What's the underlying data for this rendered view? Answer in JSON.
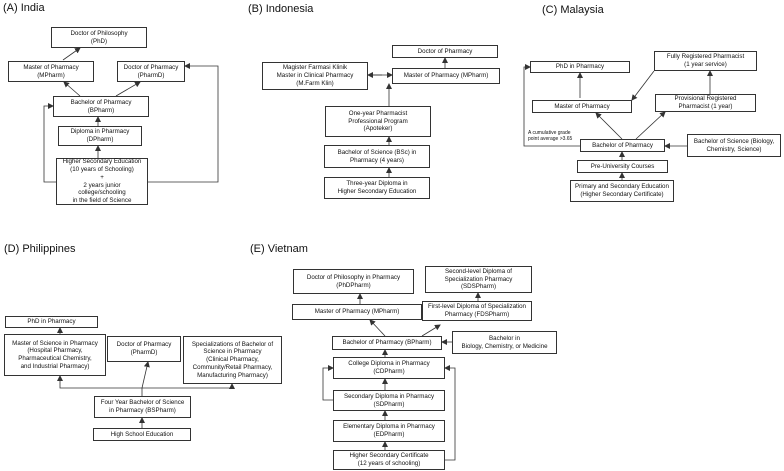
{
  "panels": {
    "india": {
      "title": "(A) India",
      "phd": "Doctor of Philosophy\n(PhD)",
      "mpharm": "Master of Pharmacy\n(MPharm)",
      "pharmd": "Doctor of Pharmacy\n(PharmD)",
      "bpharm": "Bachelor of Pharmacy\n(BPharm)",
      "dpharm": "Diploma in Pharmacy\n(DPharm)",
      "hse": "Higher Secondary Education\n(10 years of Schooling)\n+\n2 years junior college/schooling\nin the field of Science"
    },
    "indonesia": {
      "title": "(B) Indonesia",
      "mfarm": "Magister Farmasi Klinik\nMaster in Clinical Pharmacy\n(M.Farm Klin)",
      "doctor": "Doctor of Pharmacy",
      "mpharm": "Master of Pharmacy (MPharm)",
      "apoteker": "One-year Pharmacist\nProfessional Program\n(Apoteker)",
      "bsc": "Bachelor of Science (BSc) in\nPharmacy (4 years)",
      "diploma": "Three-year Diploma in\nHigher Secondary Education"
    },
    "malaysia": {
      "title": "(C) Malaysia",
      "phd": "PhD in Pharmacy",
      "frp": "Fully Registered Pharmacist\n(1 year service)",
      "master": "Master of Pharmacy",
      "prp": "Provisional Registered\nPharmacist (1 year)",
      "gpa": "A cumulative grade\npoint average >3.65",
      "bachelor": "Bachelor of Pharmacy",
      "bsc": "Bachelor of Science (Biology,\nChemistry, Science)",
      "preu": "Pre-University Courses",
      "primary": "Primary and Secondary Education\n(Higher Secondary Certificate)"
    },
    "philippines": {
      "title": "(D) Philippines",
      "phd": "PhD in Pharmacy",
      "ms": "Master of Science in Pharmacy\n(Hospital Pharmacy,\nPharmaceutical Chemistry,\nand Industrial Pharmacy)",
      "pharmd": "Doctor of Pharmacy\n(PharmD)",
      "spec": "Specializations of Bachelor of\nScience in Pharmacy\n(Clinical Pharmacy,\nCommunity/Retail Pharmacy,\nManufacturing Pharmacy)",
      "bs": "Four Year Bachelor of Science\nin Pharmacy (BSPharm)",
      "hs": "High School Education"
    },
    "vietnam": {
      "title": "(E) Vietnam",
      "phd": "Doctor of Philosophy in Pharmacy\n(PhDPharm)",
      "sds": "Second-level Diploma of\nSpecialization Pharmacy\n(SDSPharm)",
      "mpharm": "Master of Pharmacy (MPharm)",
      "fds": "First-level Diploma of Specialization\nPharmacy (FDSPharm)",
      "bpharm": "Bachelor of Pharmacy (BPharm)",
      "bachelor_in": "Bachelor in\nBiology, Chemistry, or Medicine",
      "cd": "College Diploma in Pharmacy\n(CDPharm)",
      "sd": "Secondary Diploma in Pharmacy\n(SDPharm)",
      "ed": "Elementary Diploma in Pharmacy\n(EDPharm)",
      "hsc": "Higher Secondary Certificate\n(12 years of schooling)"
    }
  }
}
